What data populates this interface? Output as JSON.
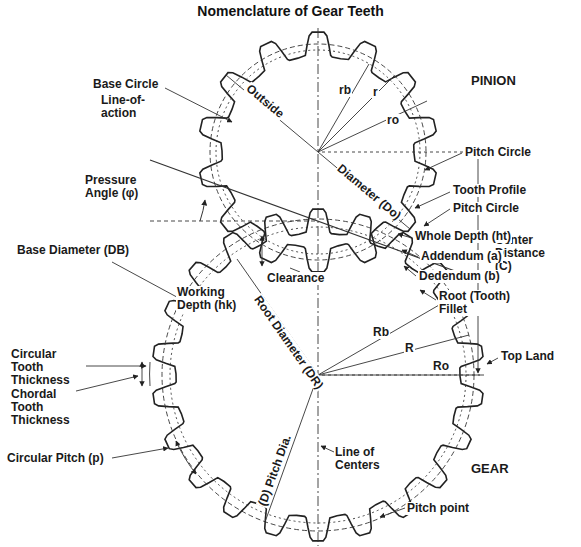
{
  "diagram": {
    "title": "Nomenclature of Gear Teeth",
    "labels": [
      "PINION",
      "Base Circle",
      "Line-of- action",
      "Outside",
      "Diameter (Do)",
      "rb",
      "r",
      "ro",
      "Pitch Circle",
      "Pressure Angle (φ)",
      "Tooth Profile",
      "Pitch Circle",
      "Center Distance (C)",
      "Base Diameter (DB)",
      "Whole Depth (ht)",
      "Addendum (a)",
      "Dedendum (b)",
      "Root (Tooth) Fillet",
      "Working Depth (hk)",
      "Clearance",
      "Root Diameter (DR)",
      "Rb",
      "R",
      "Ro",
      "Top Land",
      "Circular Tooth Thickness",
      "Chordal Tooth Thickness",
      "(D) Pitch Dia.",
      "Line of Centers",
      "Circular Pitch (p)",
      "GEAR",
      "Pitch point"
    ]
  }
}
